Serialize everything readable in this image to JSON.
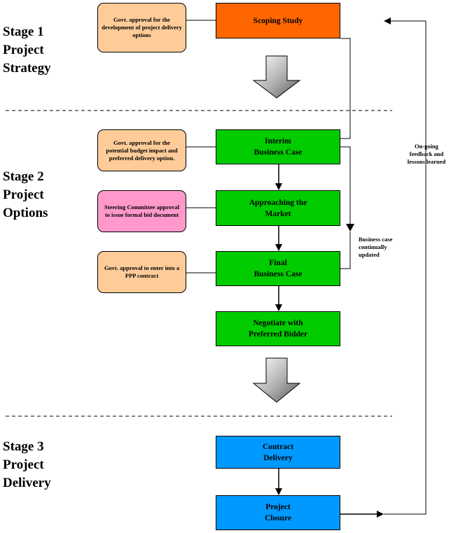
{
  "stages": [
    {
      "line1": "Stage 1",
      "line2": "Project",
      "line3": "Strategy"
    },
    {
      "line1": "Stage 2",
      "line2": "Project",
      "line3": "Options"
    },
    {
      "line1": "Stage 3",
      "line2": "Project",
      "line3": "Delivery"
    }
  ],
  "boxes": {
    "scoping": "Scoping Study",
    "interim": "Interim\nBusiness Case",
    "approaching": "Approaching the\nMarket",
    "final": "Final\nBusiness Case",
    "negotiate": "Negotiate with\nPreferred Bidder",
    "contract": "Contract\nDelivery",
    "closure": "Project\nClosure"
  },
  "notes": {
    "approval_dev": "Govt. approval for the development of project delivery options",
    "approval_budget": "Govt. approval for the potential budget impact and preferred delivery option.",
    "steering": "Steering Committee approval to issue formal bid document",
    "approval_ppp": "Govt. approval to enter into a PPP contract"
  },
  "side_labels": {
    "business_case": "Business case\ncontinually\nupdated",
    "feedback": "On-going\nfeedback and\nlessons learned"
  },
  "colors": {
    "orange": "#ff6600",
    "green": "#00cc00",
    "blue": "#0099ff",
    "peach": "#ffcc99",
    "pink": "#ff99cc"
  }
}
